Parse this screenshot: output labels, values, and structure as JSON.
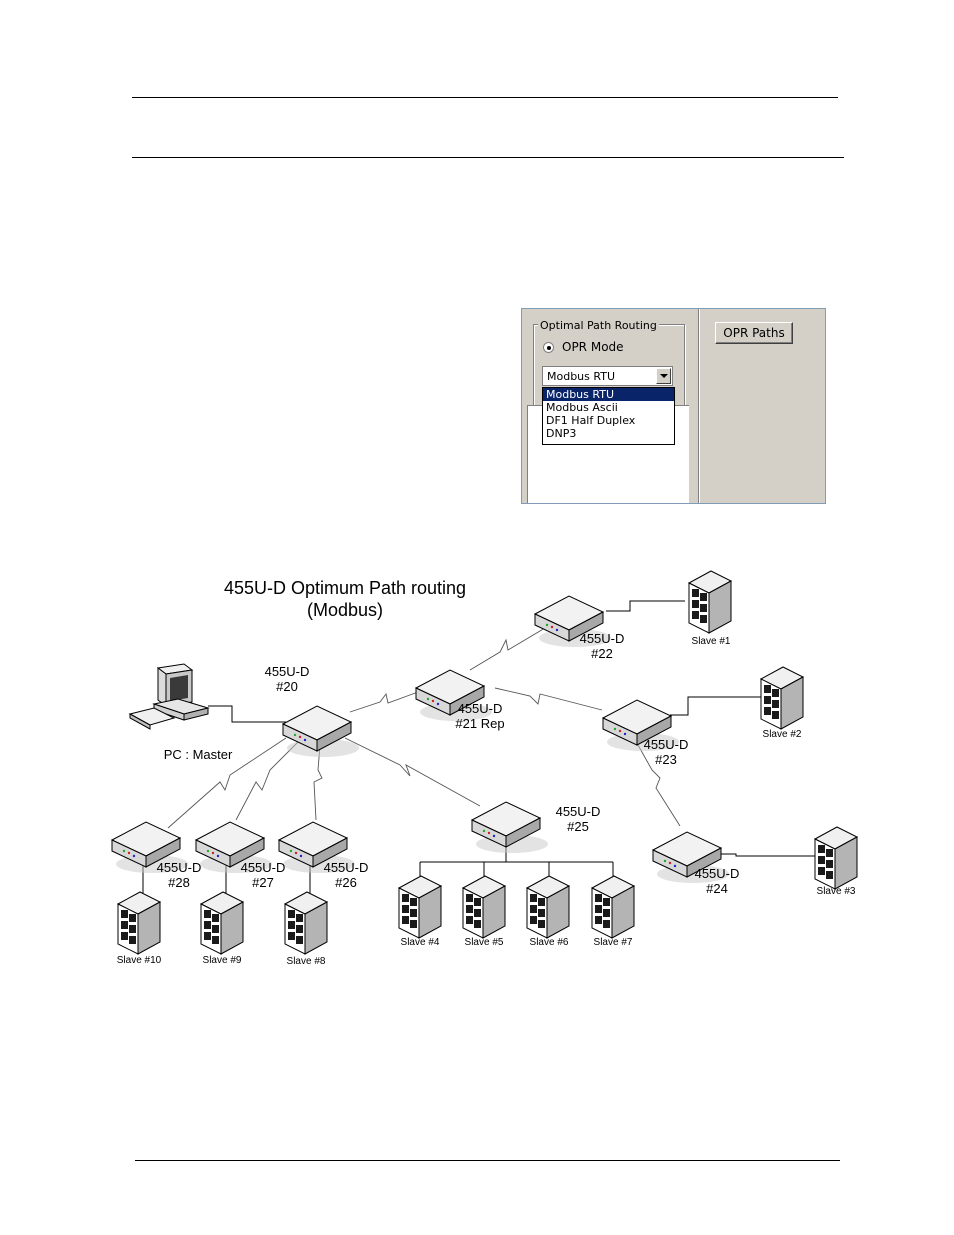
{
  "panel": {
    "group_title": "Optimal Path Routing",
    "radio_label": "OPR Mode",
    "combo_value": "Modbus RTU",
    "options": [
      "Modbus RTU",
      "Modbus Ascii",
      "DF1 Half Duplex",
      "DNP3"
    ],
    "selected_option": "Modbus RTU",
    "button_label": "OPR Paths",
    "selection_color": "#0a246a"
  },
  "diagram": {
    "title_line1": "455U-D Optimum Path routing",
    "title_line2": "(Modbus)",
    "pc_label": "PC : Master",
    "devices": [
      {
        "id": "d20",
        "model": "455U-D",
        "num": "#20"
      },
      {
        "id": "d21",
        "model": "455U-D",
        "num": "#21 Rep"
      },
      {
        "id": "d22",
        "model": "455U-D",
        "num": "#22"
      },
      {
        "id": "d23",
        "model": "455U-D",
        "num": "#23"
      },
      {
        "id": "d24",
        "model": "455U-D",
        "num": "#24"
      },
      {
        "id": "d25",
        "model": "455U-D",
        "num": "#25"
      },
      {
        "id": "d26",
        "model": "455U-D",
        "num": "#26"
      },
      {
        "id": "d27",
        "model": "455U-D",
        "num": "#27"
      },
      {
        "id": "d28",
        "model": "455U-D",
        "num": "#28"
      }
    ],
    "slaves": [
      "Slave #1",
      "Slave #2",
      "Slave #3",
      "Slave #4",
      "Slave #5",
      "Slave #6",
      "Slave #7",
      "Slave #8",
      "Slave #9",
      "Slave #10"
    ]
  }
}
